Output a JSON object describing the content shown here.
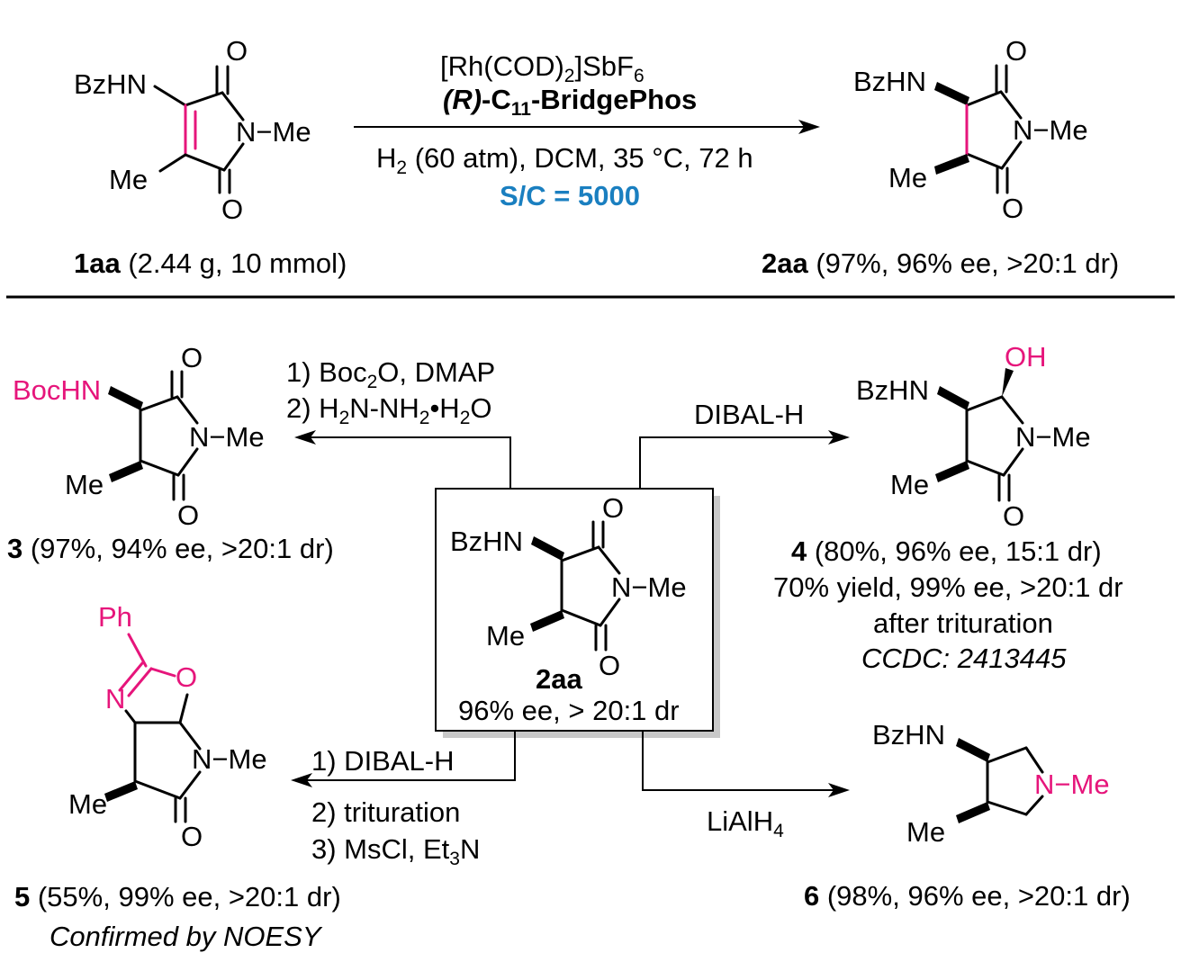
{
  "colors": {
    "highlight": "#e6157b",
    "accent_blue": "#1a7fc0",
    "text": "#000000"
  },
  "atoms": {
    "bzhn": "BzHN",
    "bochn": "BocHN",
    "o": "O",
    "n": "N",
    "me": "Me",
    "n_me": "N−Me",
    "oh": "OH",
    "ph": "Ph"
  },
  "top_reaction": {
    "catalyst": {
      "prefix": "[Rh(COD)",
      "sub": "2",
      "mid": "]SbF",
      "sub2": "6"
    },
    "ligand": {
      "paren": "(R)",
      "c": "-C",
      "sub": "11",
      "rest": "-BridgePhos"
    },
    "conditions": {
      "h": "H",
      "sub": "2",
      "rest": " (60 atm), DCM, 35 °C, 72 h"
    },
    "sc_ratio": "S/C = 5000",
    "reactant": {
      "id": "1aa",
      "detail": " (2.44 g, 10 mmol)"
    },
    "product": {
      "id": "2aa",
      "detail": " (97%, 96% ee, >20:1 dr)"
    }
  },
  "center_box": {
    "id": "2aa",
    "detail": "96% ee, > 20:1 dr"
  },
  "route_3": {
    "step1": {
      "a": "1) Boc",
      "sub": "2",
      "b": "O, DMAP"
    },
    "step2": {
      "a": "2) H",
      "sub1": "2",
      "b": "N-NH",
      "sub2": "2",
      "c": "•H",
      "sub3": "2",
      "d": "O"
    },
    "product": {
      "id": "3",
      "detail": " (97%, 94% ee, >20:1 dr)"
    }
  },
  "route_4": {
    "reagent": "DIBAL-H",
    "product": {
      "id": "4",
      "detail": " (80%, 96% ee, 15:1 dr)"
    },
    "note1": "70% yield, 99% ee, >20:1 dr",
    "note2": "after trituration",
    "note3": "CCDC: 2413445"
  },
  "route_5": {
    "step1": "1) DIBAL-H",
    "step2": "2) trituration",
    "step3": {
      "a": "3) MsCl, Et",
      "sub": "3",
      "b": "N"
    },
    "product": {
      "id": "5",
      "detail": " (55%, 99% ee, >20:1 dr)"
    },
    "note": "Confirmed by NOESY"
  },
  "route_6": {
    "reagent": {
      "a": "LiAlH",
      "sub": "4"
    },
    "product": {
      "id": "6",
      "detail": " (98%, 96% ee, >20:1 dr)"
    }
  }
}
